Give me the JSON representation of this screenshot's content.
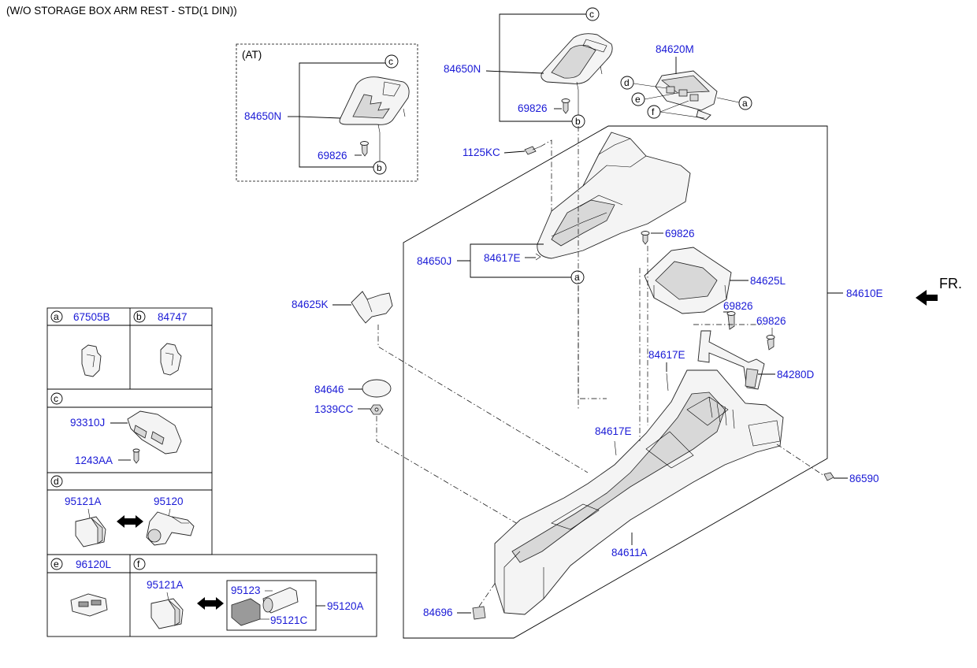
{
  "title": "(W/O STORAGE BOX ARM REST - STD(1 DIN))",
  "direction_label": "FR.",
  "at_box_label": "(AT)",
  "callout_letters": {
    "a": "a",
    "b": "b",
    "c": "c",
    "d": "d",
    "e": "e",
    "f": "f"
  },
  "parts": {
    "p84650N_at": "84650N",
    "p69826_at": "69826",
    "p84650N_top": "84650N",
    "p69826_top": "69826",
    "p84620M": "84620M",
    "p1125KC": "1125KC",
    "p84650J": "84650J",
    "p84617E_a": "84617E",
    "p69826_mid": "69826",
    "p84625L": "84625L",
    "p84610E": "84610E",
    "p84625K": "84625K",
    "p69826_r1": "69826",
    "p69826_r2": "69826",
    "p84617E_b": "84617E",
    "p84280D": "84280D",
    "p84646": "84646",
    "p1339CC": "1339CC",
    "p84617E_c": "84617E",
    "p86590": "86590",
    "p84611A": "84611A",
    "p84696": "84696"
  },
  "legend": {
    "a": {
      "letter": "a",
      "part": "67505B"
    },
    "b": {
      "letter": "b",
      "part": "84747"
    },
    "c": {
      "letter": "c",
      "parts": [
        "93310J",
        "1243AA"
      ]
    },
    "d": {
      "letter": "d",
      "parts": [
        "95121A",
        "95120"
      ]
    },
    "e": {
      "letter": "e",
      "part": "96120L"
    },
    "f": {
      "letter": "f",
      "parts": [
        "95121A",
        "95123",
        "95121C",
        "95120A"
      ]
    }
  },
  "colors": {
    "part_number": "#1a1ad6",
    "line": "#000000"
  }
}
